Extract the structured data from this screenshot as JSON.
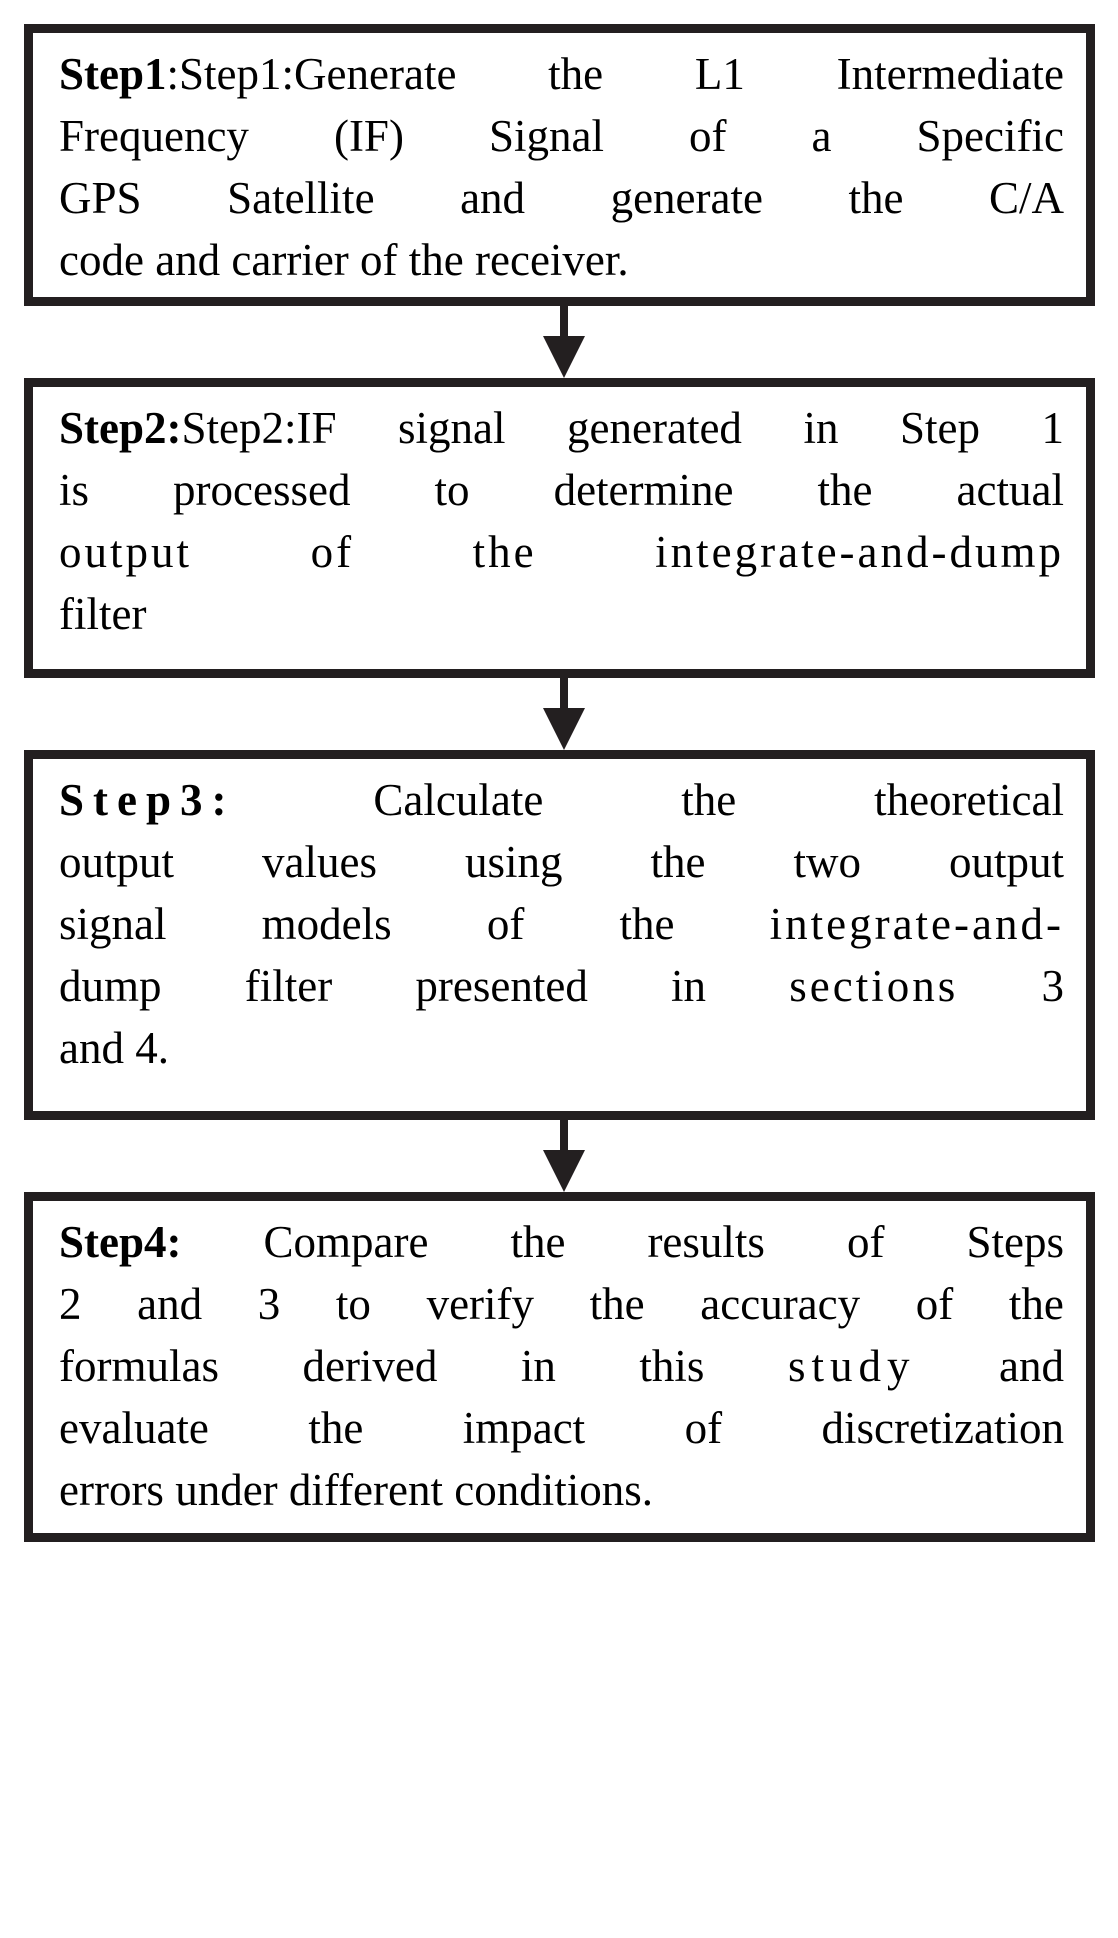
{
  "diagram": {
    "title": "GPS IF signal integrate-and-dump verification procedure flowchart",
    "orientation": "vertical-top-down",
    "box_border_color": "#231f20",
    "box_fill_color": "#ffffff",
    "text_color": "#000000",
    "arrow_color": "#231f20",
    "steps": [
      {
        "id": "step1",
        "label": "Step1",
        "separator": ":",
        "body": "Generate the L1 Intermediate Frequency (IF) Signal of a Specific GPS Satellite and generate the C/A code and carrier of the receiver.",
        "lines": [
          [
            "Step1:Generate",
            "the",
            "L1",
            "Intermediate"
          ],
          [
            "Frequency",
            "(IF)",
            "Signal",
            "of",
            "a",
            "Specific"
          ],
          [
            "GPS",
            "Satellite",
            "and",
            "generate",
            "the",
            "C/A"
          ],
          [
            "code and carrier of the receiver."
          ]
        ]
      },
      {
        "id": "step2",
        "label": "Step2",
        "separator": ":",
        "body": "IF signal generated in Step 1 is processed to determine the actual output of the integrate-and-dump filter",
        "lines": [
          [
            "Step2:IF",
            "signal",
            "generated",
            "in",
            "Step",
            "1"
          ],
          [
            "is",
            "processed",
            "to",
            "determine",
            "the",
            "actual"
          ],
          [
            "output",
            "of",
            "the",
            "integrate-and-dump"
          ],
          [
            "filter"
          ]
        ]
      },
      {
        "id": "step3",
        "label": "Step3",
        "separator": ":",
        "body": "Calculate the theoretical output values using the two output signal models of the integrate-and-dump filter presented in sections 3 and 4.",
        "lines": [
          [
            "Step3:",
            "Calculate",
            "the",
            "theoretical"
          ],
          [
            "output",
            "values",
            "using",
            "the",
            "two",
            "output"
          ],
          [
            "signal",
            "models",
            "of",
            "the",
            "integrate-and-"
          ],
          [
            "dump",
            "filter",
            "presented",
            "in",
            "sections",
            "3"
          ],
          [
            "and 4."
          ]
        ]
      },
      {
        "id": "step4",
        "label": "Step4",
        "separator": ":",
        "body": "Compare the results of Steps 2 and 3 to verify the accuracy of the formulas derived in this study and evaluate the impact of discretization errors under different conditions.",
        "lines": [
          [
            "Step4:",
            "Compare",
            "the",
            "results",
            "of",
            "Steps"
          ],
          [
            "2",
            "and",
            "3",
            "to",
            "verify",
            "the",
            "accuracy",
            "of",
            "the"
          ],
          [
            "formulas",
            "derived",
            "in",
            "this",
            "study",
            "and"
          ],
          [
            "evaluate",
            "the",
            "impact",
            "of",
            "discretization"
          ],
          [
            "errors under different conditions."
          ]
        ]
      }
    ],
    "connectors": [
      {
        "id": "arrow-1-2",
        "from": "step1",
        "to": "step2",
        "direction": "down",
        "glyph": "arrow-down-icon"
      },
      {
        "id": "arrow-2-3",
        "from": "step2",
        "to": "step3",
        "direction": "down",
        "glyph": "arrow-down-icon"
      },
      {
        "id": "arrow-3-4",
        "from": "step3",
        "to": "step4",
        "direction": "down",
        "glyph": "arrow-down-icon"
      }
    ]
  }
}
